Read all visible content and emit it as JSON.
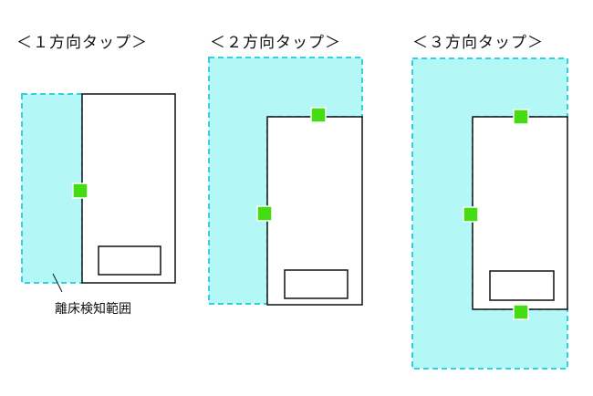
{
  "diagrams": [
    {
      "title": "＜１方向タップ＞"
    },
    {
      "title": "＜２方向タップ＞"
    },
    {
      "title": "＜３方向タップ＞"
    }
  ],
  "detection_area_label": "離床検知範囲",
  "colors": {
    "detection_area_fill": "#b3f7f7",
    "detection_area_border": "#33d1e0",
    "sensor": "#44dd11",
    "sensor_border": "#ffffff",
    "bed_outline": "#111111"
  }
}
